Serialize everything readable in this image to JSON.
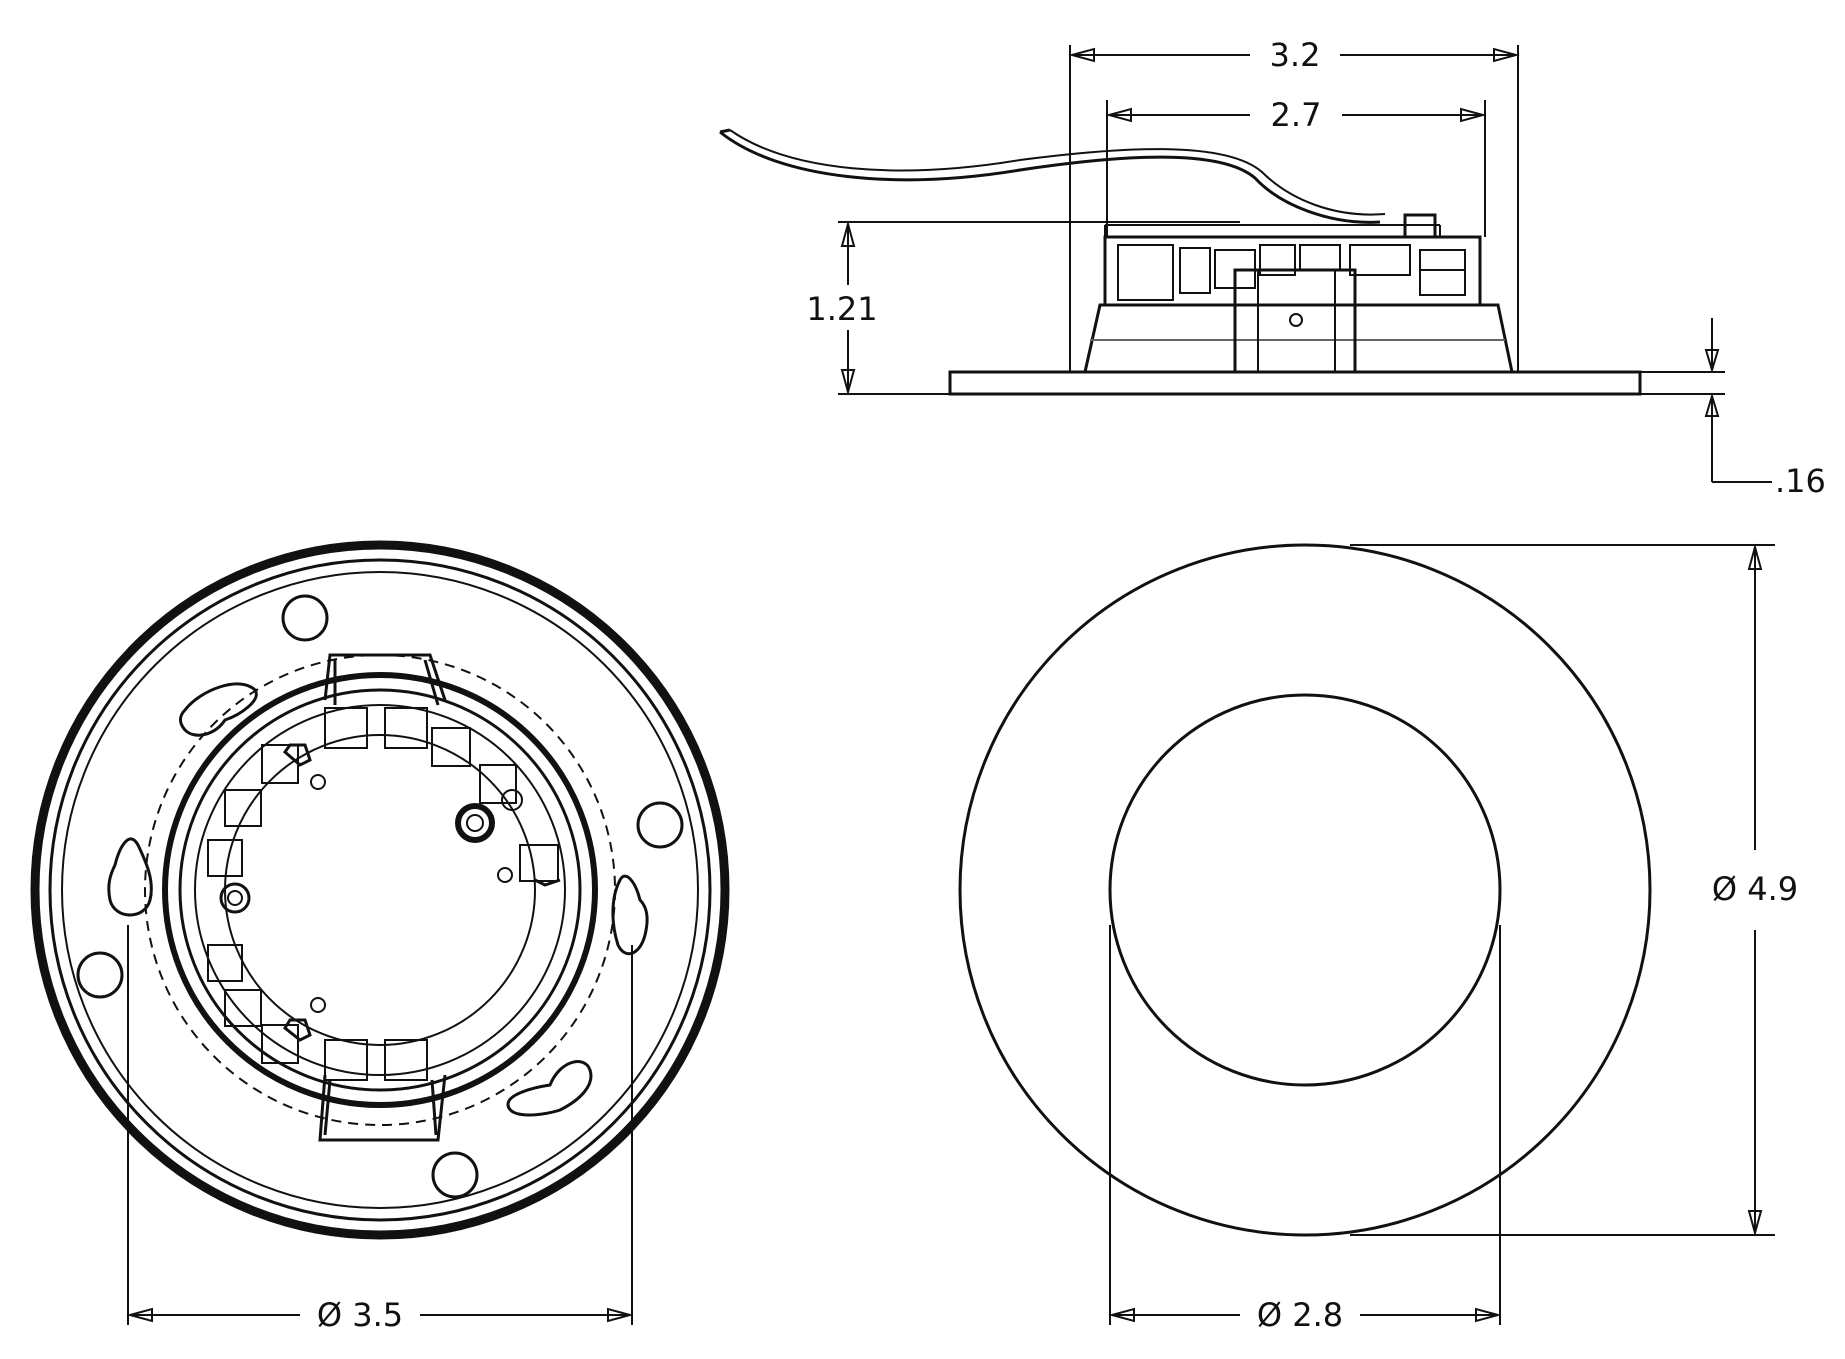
{
  "dimensions": {
    "side_width_outer": "3.2",
    "side_width_inner": "2.7",
    "side_height": "1.21",
    "flange_thickness": ".16",
    "outer_diameter": "Ø 4.9",
    "inner_diameter": "Ø 2.8",
    "mount_diameter": "Ø 3.5"
  }
}
